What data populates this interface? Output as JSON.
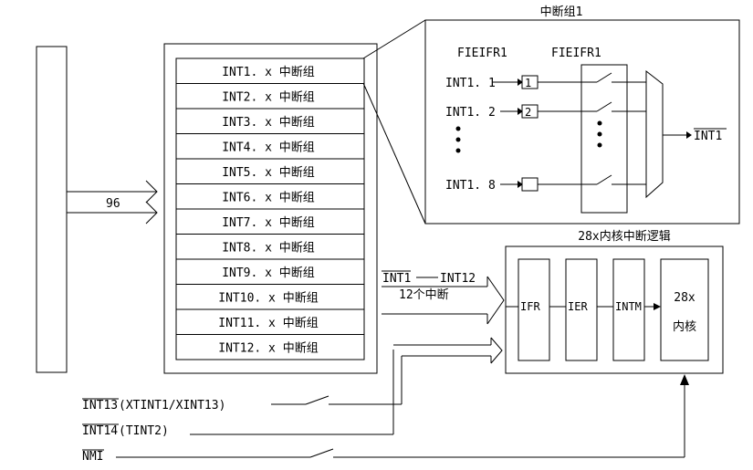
{
  "bus": {
    "width_label": "96"
  },
  "pie_groups": [
    "INT1. x 中断组",
    "INT2. x 中断组",
    "INT3. x 中断组",
    "INT4. x 中断组",
    "INT5. x 中断组",
    "INT6. x 中断组",
    "INT7. x 中断组",
    "INT8. x 中断组",
    "INT9. x 中断组",
    "INT10. x 中断组",
    "INT11. x 中断组",
    "INT12. x 中断组"
  ],
  "group_detail": {
    "title": "中断组1",
    "col_label_left": "FIEIFR1",
    "col_label_right": "FIEIFR1",
    "inputs": [
      {
        "label": "INT1. 1",
        "bit": "1"
      },
      {
        "label": "INT1. 2",
        "bit": "2"
      },
      {
        "label": "INT1. 8",
        "bit": ""
      }
    ],
    "output_label": "INT1"
  },
  "core": {
    "title": "28x内核中断逻辑",
    "regs": [
      "IFR",
      "IER",
      "INTM"
    ],
    "cpu_line1": "28x",
    "cpu_line2": "内核"
  },
  "int_bus": {
    "label_start": "INT1",
    "label_end": "INT12",
    "sub_label": "12个中断"
  },
  "ext_ints": [
    {
      "name": "INT13",
      "suffix": "(XTINT1/XINT13)"
    },
    {
      "name": "INT14",
      "suffix": "(TINT2)"
    },
    {
      "name": "NMI",
      "suffix": ""
    }
  ]
}
